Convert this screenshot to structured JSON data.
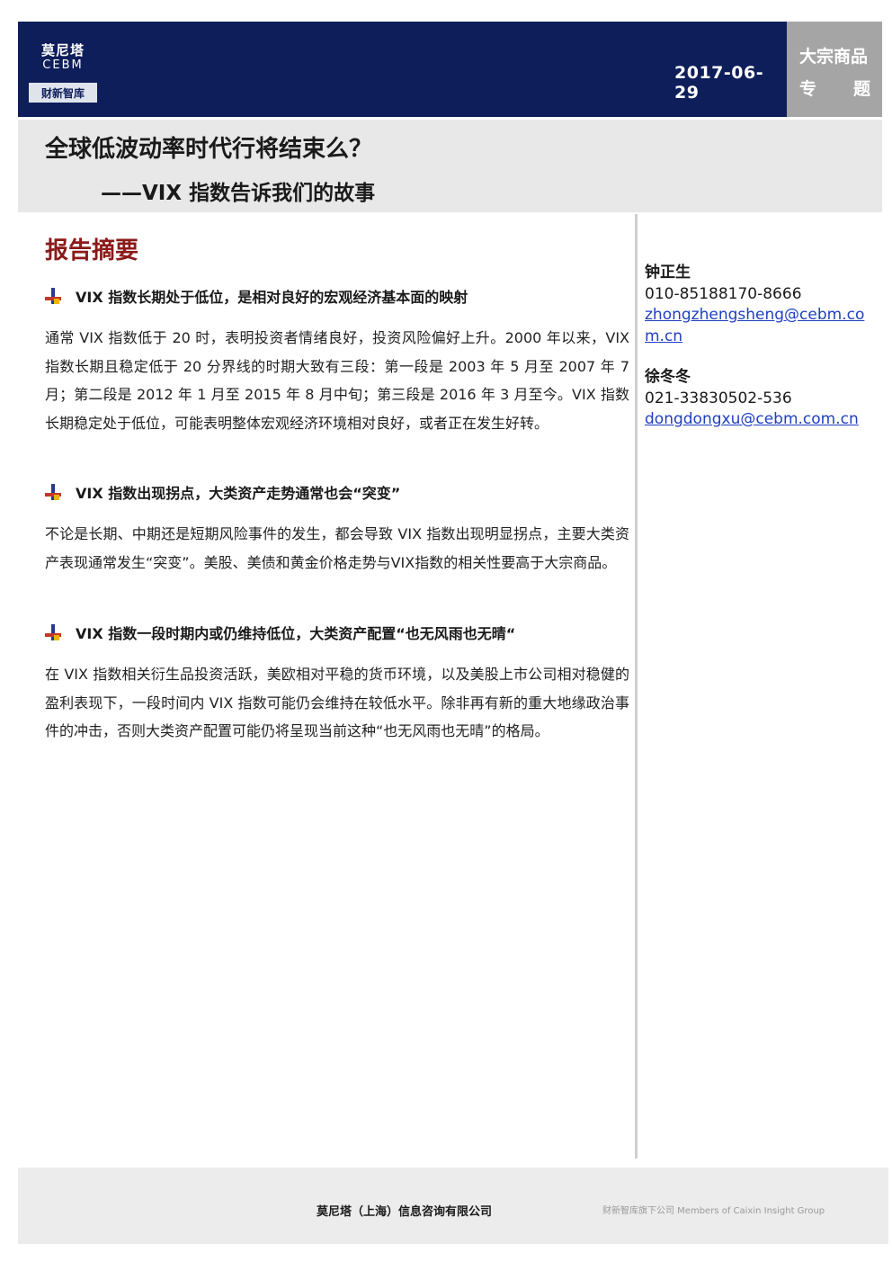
{
  "header": {
    "logo": {
      "cn": "莫尼塔",
      "en": "CEBM",
      "sub": "财新智库"
    },
    "date": "2017-06-29",
    "category": {
      "line1": "大宗商品",
      "line2a": "专",
      "line2b": "题"
    }
  },
  "title": {
    "main": "全球低波动率时代行将结束么？",
    "sub": "——VIX 指数告诉我们的故事"
  },
  "summary": {
    "heading": "报告摘要",
    "sections": [
      {
        "bullet": "VIX 指数长期处于低位，是相对良好的宏观经济基本面的映射",
        "text": "通常 VIX 指数低于 20 时，表明投资者情绪良好，投资风险偏好上升。2000 年以来，VIX 指数长期且稳定低于 20 分界线的时期大致有三段：第一段是 2003 年 5 月至 2007 年 7 月；第二段是 2012 年 1 月至 2015 年 8 月中旬；第三段是 2016 年 3 月至今。VIX 指数长期稳定处于低位，可能表明整体宏观经济环境相对良好，或者正在发生好转。"
      },
      {
        "bullet": "VIX 指数出现拐点，大类资产走势通常也会“突变”",
        "text": "不论是长期、中期还是短期风险事件的发生，都会导致 VIX 指数出现明显拐点，主要大类资产表现通常发生“突变”。美股、美债和黄金价格走势与VIX指数的相关性要高于大宗商品。"
      },
      {
        "bullet": "VIX 指数一段时期内或仍维持低位，大类资产配置“也无风雨也无晴“",
        "text": "在 VIX 指数相关衍生品投资活跃，美欧相对平稳的货币环境，以及美股上市公司相对稳健的盈利表现下，一段时间内 VIX 指数可能仍会维持在较低水平。除非再有新的重大地缘政治事件的冲击，否则大类资产配置可能仍将呈现当前这种“也无风雨也无晴”的格局。"
      }
    ]
  },
  "contacts": [
    {
      "name": "钟正生",
      "phone": "010-85188170-8666",
      "email": "zhongzhengsheng@cebm.com.cn"
    },
    {
      "name": "徐冬冬",
      "phone": "021-33830502-536",
      "email": "dongdongxu@cebm.com.cn"
    }
  ],
  "footer": {
    "company": "莫尼塔（上海）信息咨询有限公司",
    "group": "财新智库旗下公司 Members of Caixin Insight Group"
  },
  "colors": {
    "header_navy": "#0e1e5b",
    "category_gray": "#a5a5a5",
    "summary_heading": "#8b1a1a",
    "link_blue": "#1f3fbf"
  }
}
